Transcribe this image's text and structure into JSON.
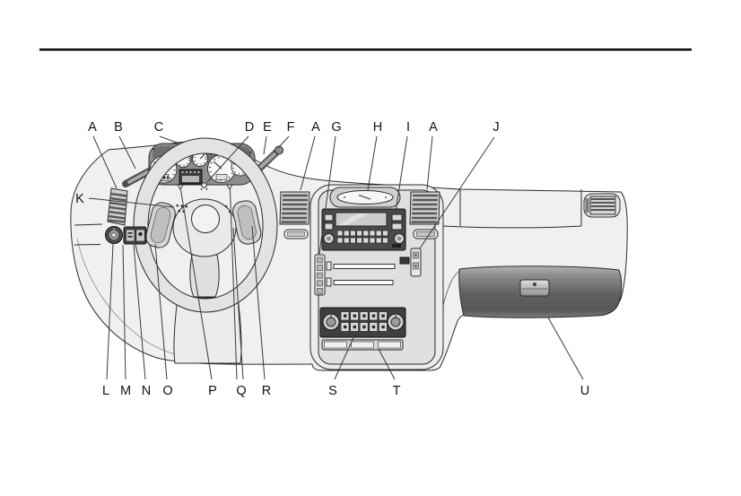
{
  "page": {
    "background_color": "#ffffff",
    "rule_color": "#111111"
  },
  "figure": {
    "kind": "instrument-panel-overview-line-drawing",
    "ink_color": "#2b2b2b",
    "callouts_top": [
      "A",
      "B",
      "C",
      "D",
      "E",
      "F",
      "A",
      "G",
      "H",
      "I",
      "A",
      "J"
    ],
    "callout_side": "K",
    "callouts_bottom": [
      "L",
      "M",
      "N",
      "O",
      "P",
      "Q",
      "R",
      "S",
      "T",
      "U"
    ]
  }
}
